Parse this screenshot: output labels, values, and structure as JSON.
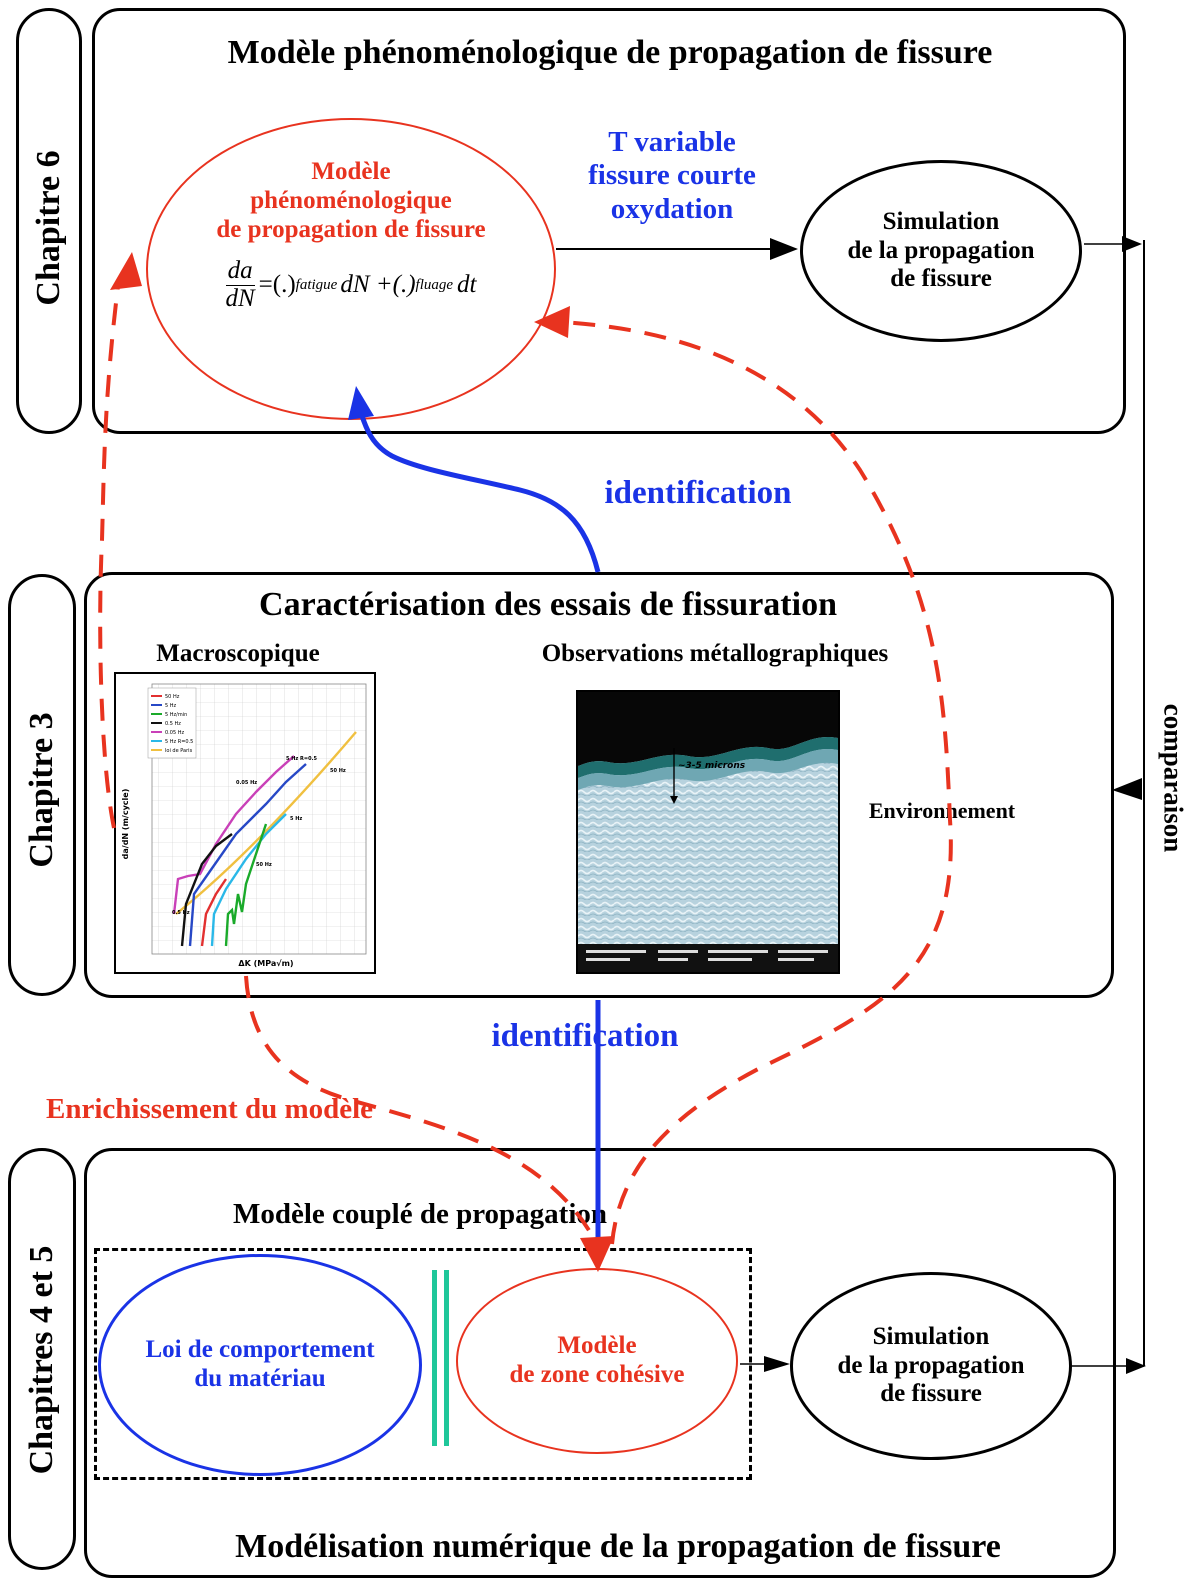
{
  "chapters": {
    "ch6": "Chapitre 6",
    "ch3": "Chapitre 3",
    "ch45": "Chapitres 4 et 5"
  },
  "top": {
    "title": "Modèle phénoménologique de propagation de fissure",
    "model_ellipse": {
      "line1": "Modèle",
      "line2": "phénoménologique",
      "line3": "de propagation de fissure",
      "equation": {
        "lhs_num": "da",
        "lhs_den": "dN",
        "rhs": "=(.)",
        "sub1": "fatigue",
        "mid": "dN +(.)",
        "sub2": "fluage",
        "tail": "dt"
      }
    },
    "arrow_label": {
      "line1": "T variable",
      "line2": "fissure courte",
      "line3": "oxydation"
    },
    "simulation": {
      "line1": "Simulation",
      "line2": "de la propagation",
      "line3": "de fissure"
    }
  },
  "middle": {
    "title": "Caractérisation des essais de fissuration",
    "macro_label": "Macroscopique",
    "metal_label": "Observations métallographiques",
    "environment_label": "Environnement",
    "micro_annotation": "~3-5 microns",
    "chart": {
      "ylabel": "da/dN (m/cycle)",
      "xlabel": "ΔK (MPa√m)",
      "legend": [
        "50 Hz",
        "5 Hz",
        "5 Hz/min",
        "0.5 Hz",
        "0.05 Hz",
        "5 Hz R=0.5",
        "loi de Paris"
      ],
      "annotations": [
        "0.05 Hz",
        "5 Hz R=0.5",
        "50 Hz",
        "5 Hz",
        "50 Hz",
        "0.5 Hz"
      ]
    }
  },
  "labels": {
    "identification_top": "identification",
    "identification_bottom": "identification",
    "enrichment": "Enrichissement du modèle",
    "comparison": "comparaison"
  },
  "bottom": {
    "coupled_title": "Modèle couplé de propagation",
    "behaviour": {
      "line1": "Loi de comportement",
      "line2": "du matériau"
    },
    "cohesive": {
      "line1": "Modèle",
      "line2": "de zone cohésive"
    },
    "simulation": {
      "line1": "Simulation",
      "line2": "de la propagation",
      "line3": "de fissure"
    },
    "title": "Modélisation numérique de la propagation de fissure"
  },
  "colors": {
    "red": "#e8331f",
    "blue": "#1a33e6",
    "black": "#000000",
    "green": "#1fc79a"
  }
}
